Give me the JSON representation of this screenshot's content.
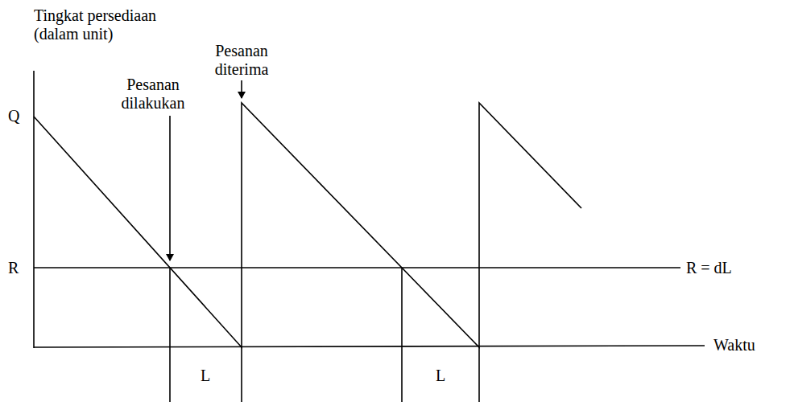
{
  "diagram": {
    "labels": [
      "Tingkat persediaan (dalam unit)",
      "Pesanan diterima",
      "Pesanan dilakukan",
      "Q",
      "R",
      "R = dL",
      "Waktu",
      "L",
      "L"
    ]
  }
}
